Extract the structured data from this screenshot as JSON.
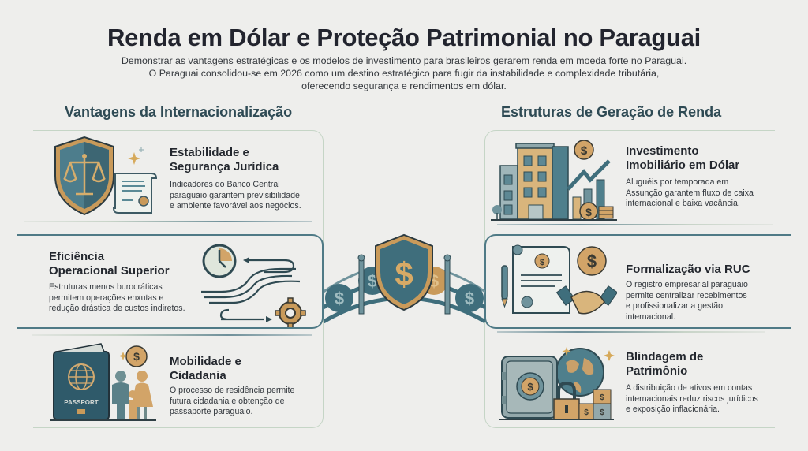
{
  "header": {
    "title": "Renda em Dólar e Proteção Patrimonial no Paraguai",
    "subtitle_lines": [
      "Demonstrar as vantagens estratégicas e os modelos de investimento para brasileiros gerarem renda em moeda forte no Paraguai.",
      "O Paraguai consolidou-se em 2026 como um destino estratégico para fugir da instabilidade e complexidade tributária,",
      "oferecendo segurança e rendimentos em dólar."
    ]
  },
  "left_section": {
    "title": "Vantagens da Internacionalização",
    "items": [
      {
        "title_lines": [
          "Estabilidade e",
          "Segurança Jurídica"
        ],
        "text_lines": [
          "Indicadores do Banco Central",
          "paraguaio garantem previsibilidade",
          "e ambiente favorável aos negócios."
        ],
        "icon": "shield-scales-document-icon"
      },
      {
        "title_lines": [
          "Eficiência",
          "Operacional Superior"
        ],
        "text_lines": [
          "Estruturas menos burocráticas",
          "permitem operações enxutas e",
          "redução drástica de custos indiretos."
        ],
        "icon": "clock-gear-flow-icon"
      },
      {
        "title_lines": [
          "Mobilidade e",
          "Cidadania"
        ],
        "text_lines": [
          "O processo de residência permite",
          "futura cidadania e obtenção de",
          "passaporte paraguaio."
        ],
        "icon": "passport-family-icon",
        "passport_label": "PASSPORT"
      }
    ]
  },
  "right_section": {
    "title": "Estruturas de Geração de Renda",
    "items": [
      {
        "title_lines": [
          "Investimento",
          "Imobiliário em Dólar"
        ],
        "text_lines": [
          "Aluguéis por temporada em",
          "Assunção garantem fluxo de caixa",
          "internacional e baixa vacância."
        ],
        "icon": "buildings-growth-chart-icon"
      },
      {
        "title_lines": [
          "Formalização via RUC"
        ],
        "text_lines": [
          "O registro empresarial paraguaio",
          "permite centralizar recebimentos",
          "e profissionalizar a gestão",
          "internacional."
        ],
        "icon": "contract-handshake-icon"
      },
      {
        "title_lines": [
          "Blindagem de",
          "Patrimônio"
        ],
        "text_lines": [
          "A distribuição de ativos em contas",
          "internacionais reduz riscos jurídicos",
          "e exposição inflacionária."
        ],
        "icon": "safe-globe-lock-icon"
      }
    ]
  },
  "center": {
    "icon": "shield-dollar-bridge-icon",
    "symbol": "$"
  },
  "colors": {
    "background": "#eeeeec",
    "teal": "#3f6e7c",
    "teal_dark": "#2e4a54",
    "gold": "#c99a5a",
    "text": "#23272e"
  }
}
